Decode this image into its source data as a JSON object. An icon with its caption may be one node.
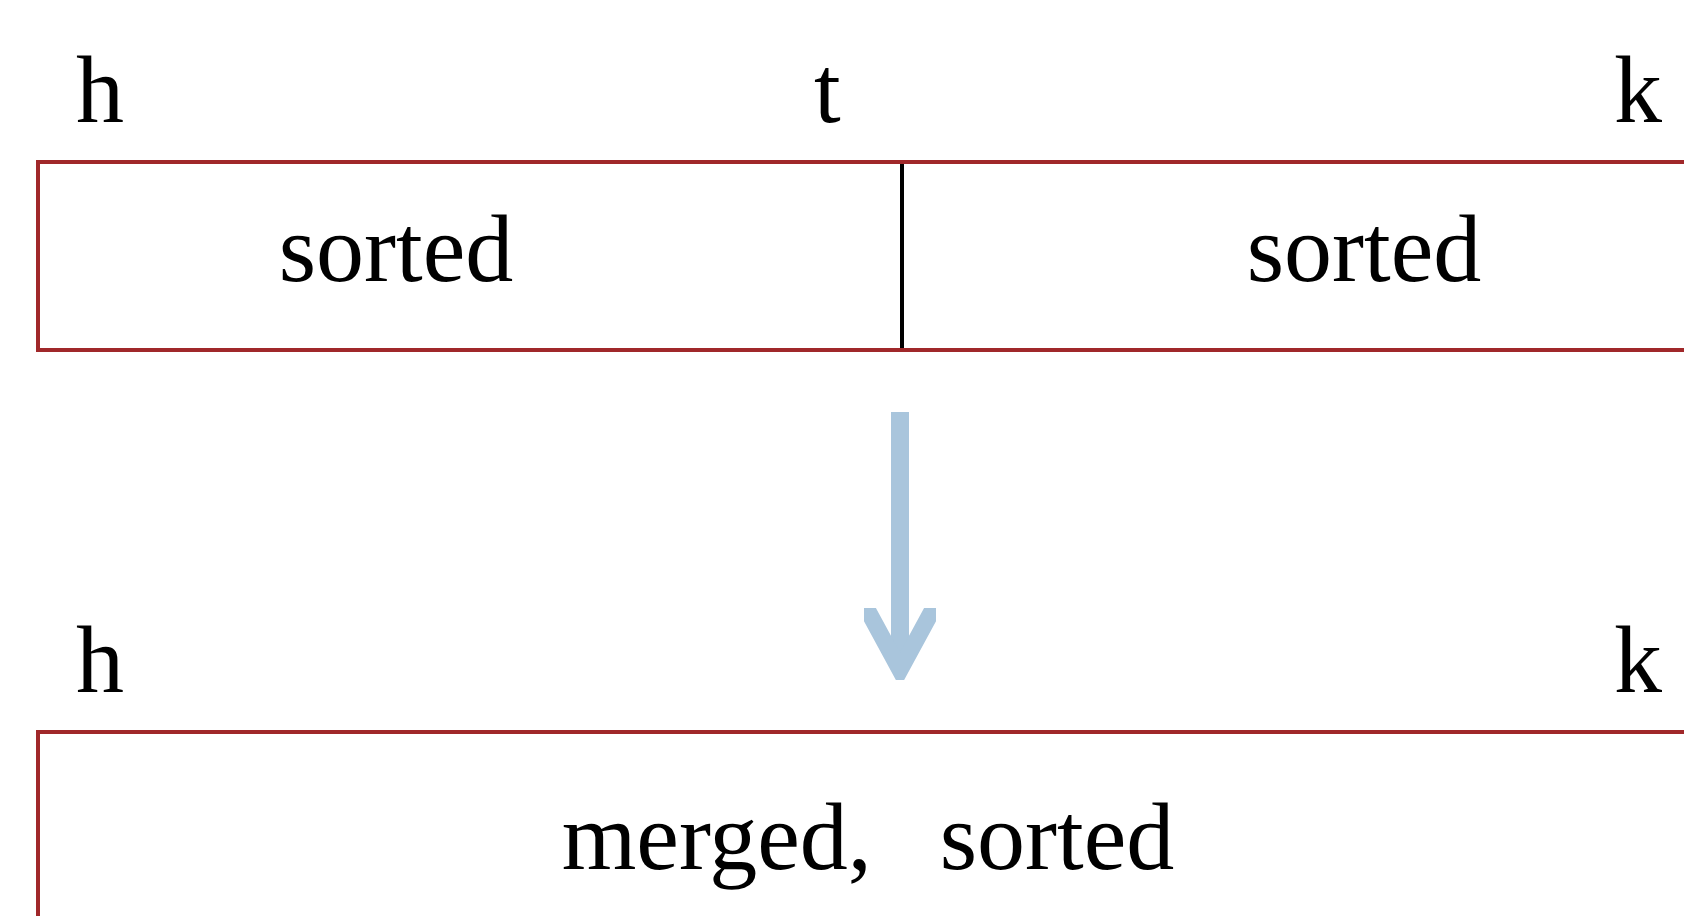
{
  "diagram": {
    "nodes": [
      {
        "text": [],
        "shape": "box"
      },
      {
        "text": [
          "sorted"
        ],
        "in": 0
      },
      {
        "text": [
          "sorted"
        ],
        "in": 0
      },
      {
        "text": [
          "merged, sorted"
        ]
      }
    ],
    "edges": [
      {
        "from": 0,
        "to": 3,
        "arrow": "to",
        "color": "#a9c5dc"
      }
    ],
    "labels": [
      "h",
      "t",
      "k",
      "h",
      "k"
    ]
  }
}
